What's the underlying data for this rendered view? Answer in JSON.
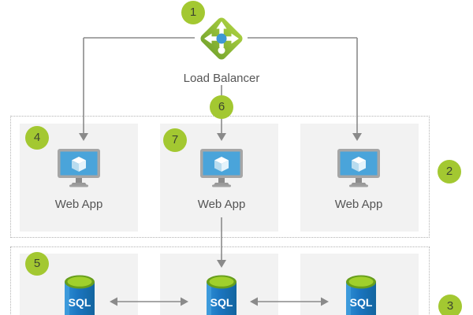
{
  "colors": {
    "badge_green": "#a3c831",
    "connector_gray": "#8a8a8a",
    "box_fill": "#f2f2f2",
    "dotted_border": "#b3b3b3",
    "lb_green_top": "#a6cc3e",
    "lb_green_bottom": "#79a82f",
    "lb_center_blue": "#3e98d4",
    "monitor_screen_blue": "#4aa4da",
    "sql_body_blue": "#2e8fd5",
    "sql_body_blue_dark": "#13659f",
    "sql_top_green": "#a0d02c",
    "label_text": "#555555"
  },
  "load_balancer": {
    "label": "Load Balancer",
    "badge": "1"
  },
  "connector_badge": "6",
  "web_tier": {
    "badges": {
      "left_box": "4",
      "middle_box": "7",
      "region": "2"
    },
    "apps": [
      {
        "label": "Web App"
      },
      {
        "label": "Web App"
      },
      {
        "label": "Web App"
      }
    ]
  },
  "data_tier": {
    "badges": {
      "left_box": "5",
      "region": "3"
    },
    "databases": [
      {
        "label": "SQL"
      },
      {
        "label": "SQL"
      },
      {
        "label": "SQL"
      }
    ]
  }
}
